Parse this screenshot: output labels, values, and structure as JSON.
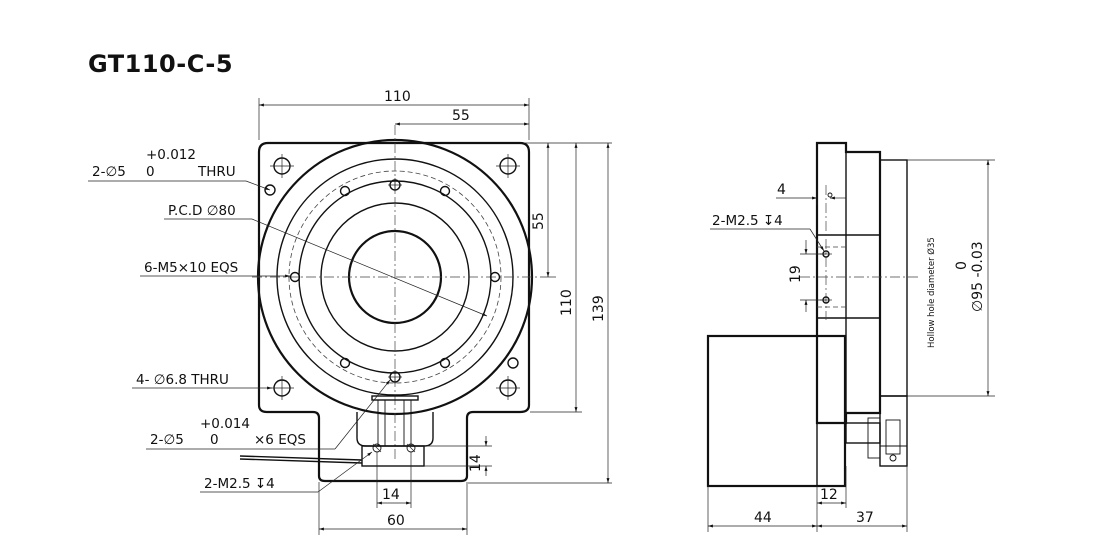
{
  "title": "GT110-C-5",
  "front_view": {
    "dims": {
      "width": "110",
      "half_width": "55",
      "side_55": "55",
      "height_110": "110",
      "height_139": "139",
      "bottom_14_h": "14",
      "bottom_14_w": "14",
      "bottom_60": "60"
    },
    "callouts": {
      "pin_hole": "2-∅5",
      "pin_tol_top": "+0.012",
      "pin_tol_bottom": "0",
      "pin_thru": "THRU",
      "pcd": "P.C.D ∅80",
      "tapped": "6-M5×10 EQS",
      "mount_holes": "4- ∅6.8 THRU",
      "pin2_hole": "2-∅5",
      "pin2_tol_top": "+0.014",
      "pin2_tol_bottom": "0",
      "pin2_eqs": "×6 EQS",
      "m25": "2-M2.5 ↧4"
    }
  },
  "side_view": {
    "dims": {
      "top_4": "4",
      "spacing_19": "19",
      "bottom_12": "12",
      "bottom_44": "44",
      "bottom_37": "37"
    },
    "callouts": {
      "m25": "2-M2.5 ↧4",
      "hollow": "Hollow hole diameter Ø35",
      "diam_tol_top": "0",
      "diam": "∅95 -0.03"
    }
  }
}
